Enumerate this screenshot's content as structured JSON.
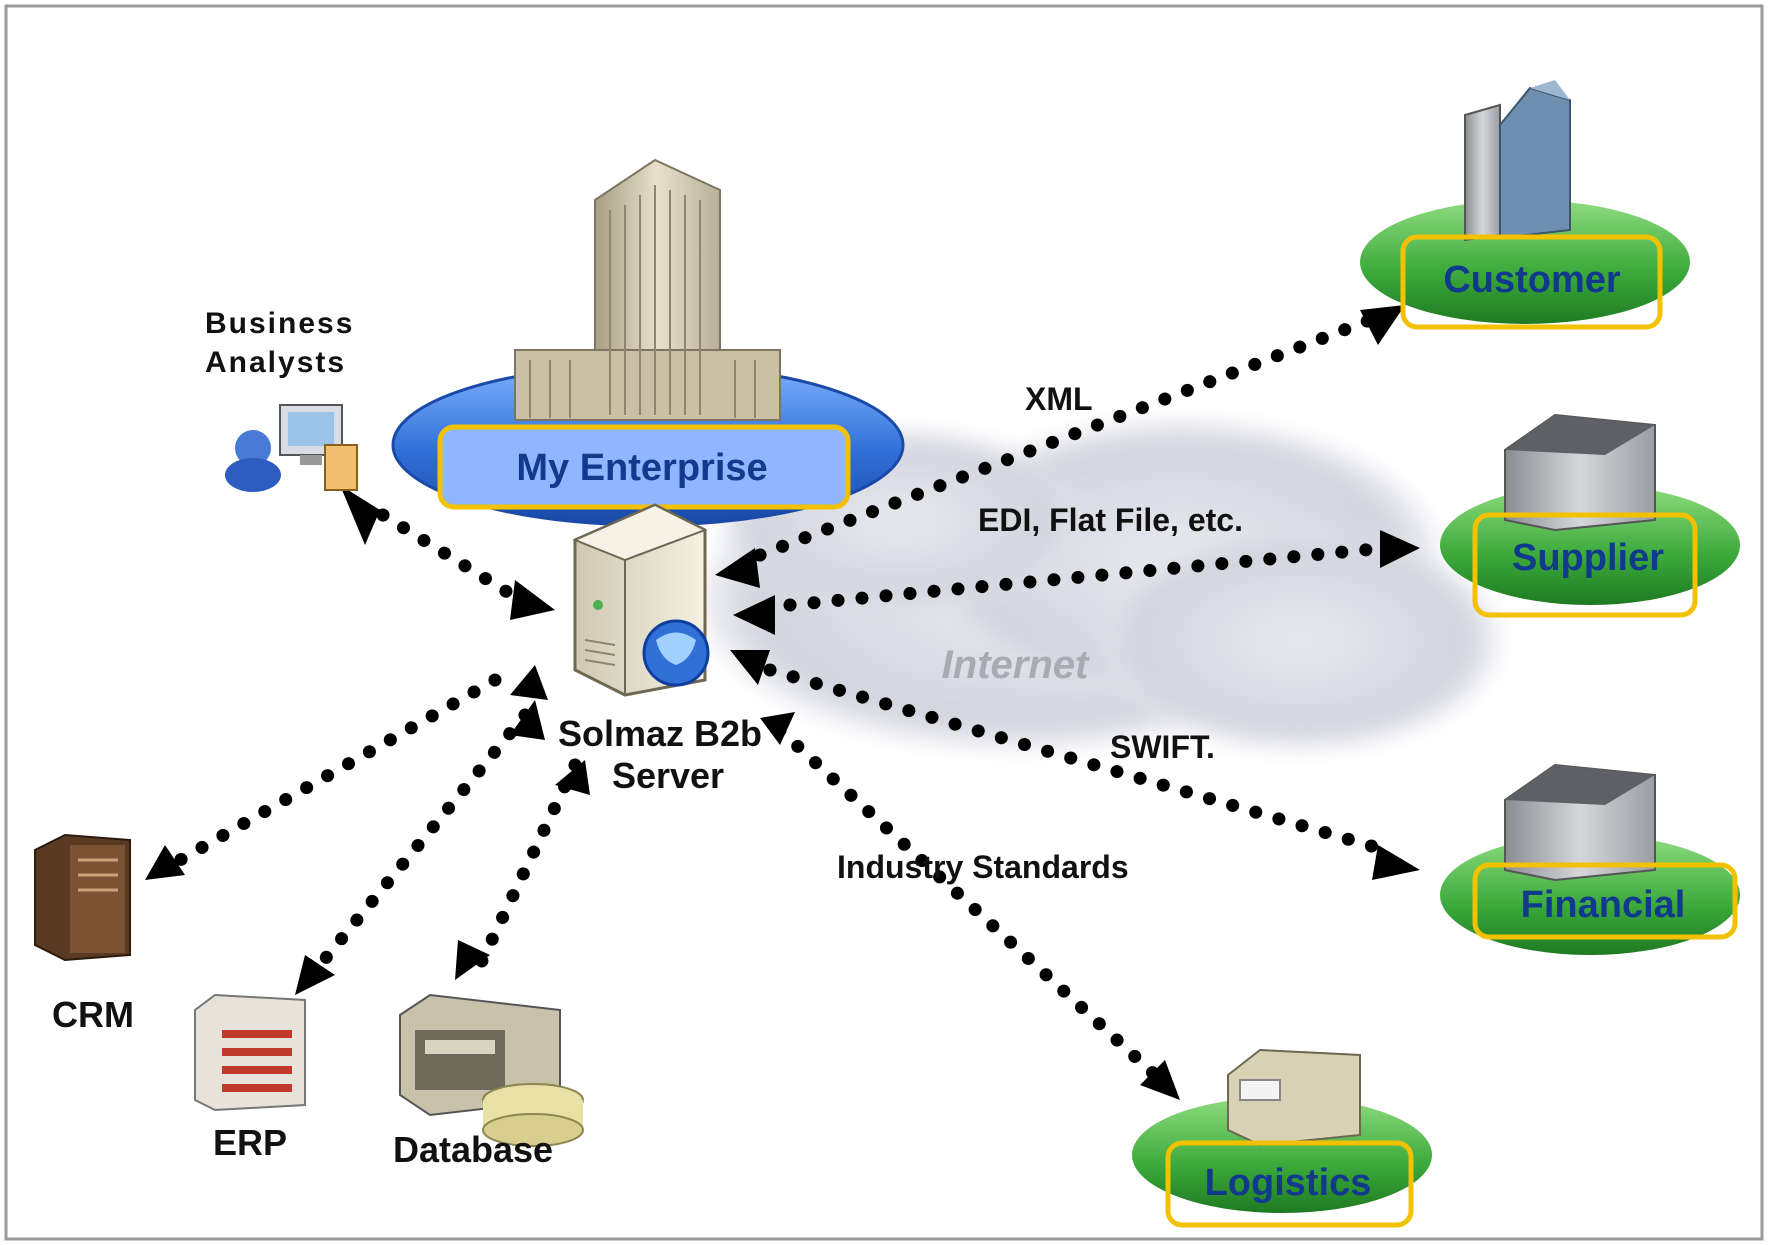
{
  "enterprise": {
    "label": "My Enterprise"
  },
  "server": {
    "line1": "Solmaz B2b",
    "line2": "Server"
  },
  "business_analysts": {
    "line1": "Business",
    "line2": "Analysts"
  },
  "internal_systems": {
    "crm": "CRM",
    "erp": "ERP",
    "database": "Database"
  },
  "partners": {
    "customer": "Customer",
    "supplier": "Supplier",
    "financial": "Financial",
    "logistics": "Logistics"
  },
  "cloud": {
    "label": "Internet"
  },
  "protocols": {
    "xml": "XML",
    "edi": "EDI, Flat File, etc.",
    "swift": "SWIFT.",
    "industry": "Industry Standards"
  },
  "colors": {
    "partner_ellipse": "#3fae3f",
    "enterprise_ellipse": "#2f6fd6",
    "label_box_border": "#f2c200",
    "label_text": "#123a8c"
  }
}
